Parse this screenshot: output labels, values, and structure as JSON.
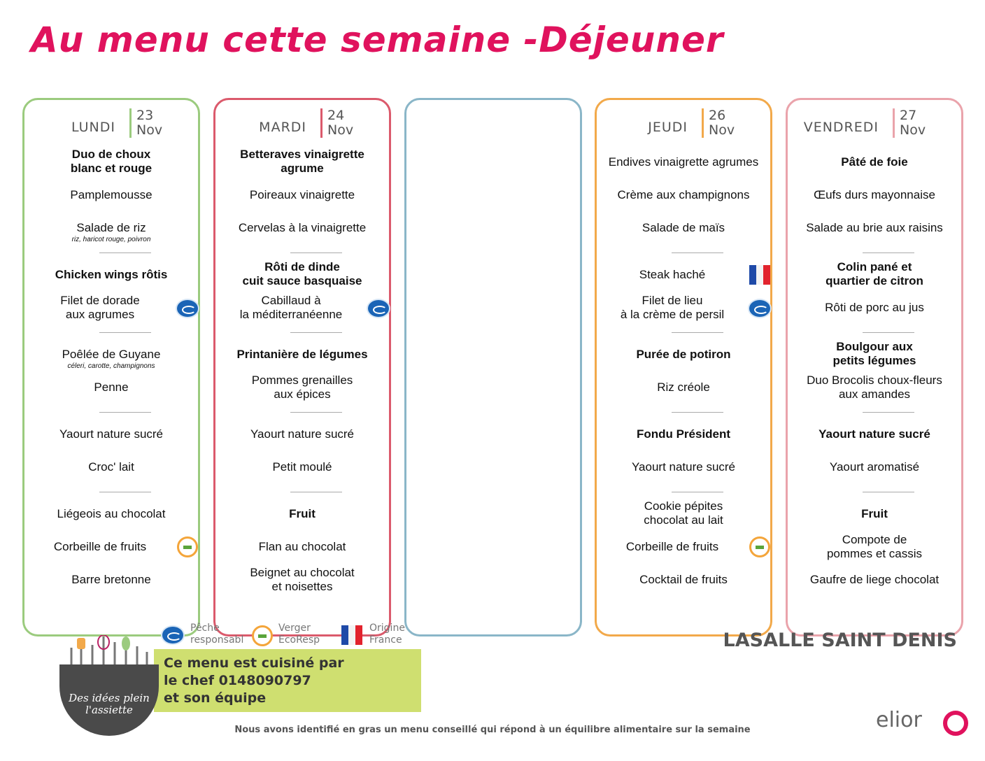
{
  "title": "Au menu cette semaine -Déjeuner",
  "days": {
    "lundi": {
      "name": "LUNDI",
      "day": "23",
      "month": "Nov",
      "items": [
        {
          "l1": "Duo de choux",
          "l2": "blanc et rouge"
        },
        {
          "l1": "Pamplemousse"
        },
        {
          "l1": "Salade de riz",
          "note": "riz, haricot rouge, poivron"
        },
        {
          "l1": "Chicken wings rôtis"
        },
        {
          "l1": "Filet de dorade",
          "l2": "aux agrumes",
          "icon": "msc-fish-icon"
        },
        {
          "l1": "Poêlée de Guyane",
          "note": "céleri, carotte, champignons"
        },
        {
          "l1": "Penne"
        },
        {
          "l1": "Yaourt nature sucré"
        },
        {
          "l1": "Croc' lait"
        },
        {
          "l1": "Liégeois au chocolat"
        },
        {
          "l1": "Corbeille de fruits",
          "icon": "verger-ecoresp-icon"
        },
        {
          "l1": "Barre bretonne"
        }
      ]
    },
    "mardi": {
      "name": "MARDI",
      "day": "24",
      "month": "Nov",
      "items": [
        {
          "l1": "Betteraves vinaigrette",
          "l2": "agrume"
        },
        {
          "l1": "Poireaux vinaigrette"
        },
        {
          "l1": "Cervelas à la vinaigrette"
        },
        {
          "l1": "Rôti de dinde",
          "l2": "cuit sauce basquaise"
        },
        {
          "l1": "Cabillaud à",
          "l2": "la méditerranéenne",
          "icon": "msc-fish-icon"
        },
        {
          "l1": "Printanière de légumes"
        },
        {
          "l1": "Pommes grenailles",
          "l2": "aux épices"
        },
        {
          "l1": "Yaourt nature sucré"
        },
        {
          "l1": "Petit moulé"
        },
        {
          "l1": "Fruit"
        },
        {
          "l1": "Flan au chocolat"
        },
        {
          "l1": "Beignet au chocolat",
          "l2": "et noisettes"
        }
      ]
    },
    "jeudi": {
      "name": "JEUDI",
      "day": "26",
      "month": "Nov",
      "items": [
        {
          "l1": "Endives vinaigrette agrumes"
        },
        {
          "l1": "Crème aux champignons"
        },
        {
          "l1": "Salade de maïs"
        },
        {
          "l1": "Steak haché",
          "icon": "france-flag-icon"
        },
        {
          "l1": "Filet de lieu",
          "l2": "à la crème de persil",
          "icon": "msc-fish-icon"
        },
        {
          "l1": "Purée de potiron"
        },
        {
          "l1": "Riz créole"
        },
        {
          "l1": "Fondu Président"
        },
        {
          "l1": "Yaourt nature sucré"
        },
        {
          "l1": "Cookie pépites",
          "l2": "chocolat au lait"
        },
        {
          "l1": "Corbeille de fruits",
          "icon": "verger-ecoresp-icon"
        },
        {
          "l1": "Cocktail de fruits"
        }
      ]
    },
    "vendredi": {
      "name": "VENDREDI",
      "day": "27",
      "month": "Nov",
      "items": [
        {
          "l1": "Pâté de foie"
        },
        {
          "l1": "Œufs durs mayonnaise"
        },
        {
          "l1": "Salade au brie aux raisins"
        },
        {
          "l1": "Colin pané et",
          "l2": "quartier de citron"
        },
        {
          "l1": "Rôti de porc au jus"
        },
        {
          "l1": "Boulgour aux",
          "l2": "petits légumes"
        },
        {
          "l1": "Duo Brocolis choux-fleurs",
          "l2": "aux amandes"
        },
        {
          "l1": "Yaourt nature sucré"
        },
        {
          "l1": "Yaourt aromatisé"
        },
        {
          "l1": "Fruit"
        },
        {
          "l1": "Compote de",
          "l2": "pommes et cassis"
        },
        {
          "l1": "Gaufre de liege chocolat"
        }
      ]
    }
  },
  "legend": {
    "peche": [
      "Pêche",
      "responsabl"
    ],
    "verger": [
      "Verger",
      "EcoResp"
    ],
    "origine": [
      "Origine",
      "France"
    ]
  },
  "chef": {
    "line1": "Ce menu est cuisiné par",
    "line2": "le chef 0148090797",
    "line3": "et son équipe"
  },
  "logo_text": [
    "Des idées plein",
    "l'assiette"
  ],
  "school": "LASALLE SAINT DENIS",
  "footer": "Nous avons identifié en gras un menu conseillé qui répond à un équilibre alimentaire sur la semaine",
  "brand": "elior",
  "colors": {
    "title": "#e0125d",
    "lundi": "#9bcb7e",
    "mardi": "#db5a6c",
    "empty": "#8ab6c8",
    "jeudi": "#f2a94a",
    "vendredi": "#eaa3ab",
    "chef_box": "#cfdf70"
  }
}
